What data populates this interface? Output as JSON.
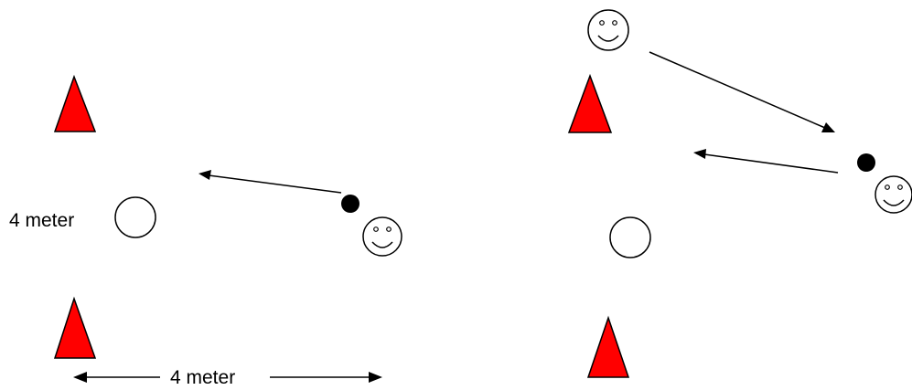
{
  "labels": {
    "side_distance": "4 meter",
    "bottom_distance": "4 meter"
  },
  "colors": {
    "cone": "#ff0000",
    "ball": "#000000",
    "outline": "#000000",
    "background": "#ffffff"
  },
  "icons": {
    "cone": "red-triangle-cone",
    "target": "white-circle-target",
    "ball": "black-ball",
    "player": "smiley-face"
  }
}
